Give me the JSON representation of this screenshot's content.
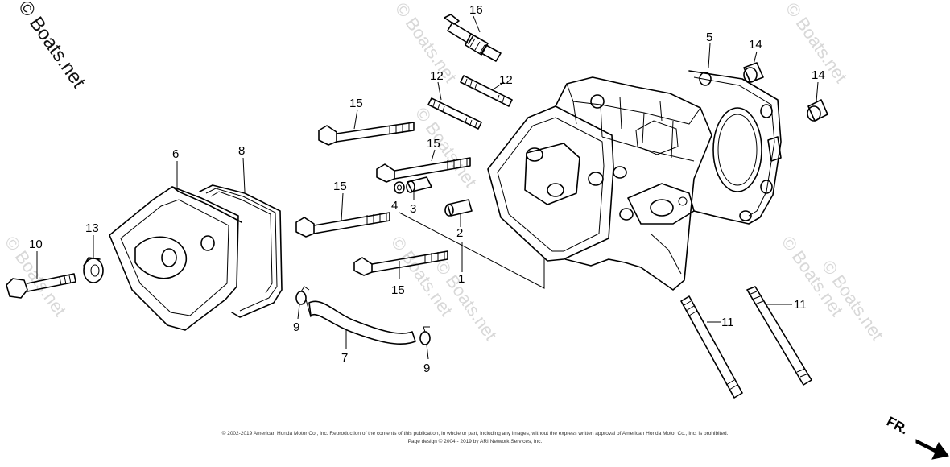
{
  "watermark": {
    "main": "© Boats.net",
    "tiles": [
      "© Boats.net",
      "© Boats.net",
      "© Boats.net",
      "© Boats.net",
      "© Boats.net",
      "© Boats.net",
      "© Boats.net",
      "© Boats.net"
    ]
  },
  "callouts": {
    "c1": "1",
    "c2": "2",
    "c3": "3",
    "c4": "4",
    "c5": "5",
    "c6": "6",
    "c7": "7",
    "c8": "8",
    "c9a": "9",
    "c9b": "9",
    "c10": "10",
    "c11a": "11",
    "c11b": "11",
    "c12a": "12",
    "c12b": "12",
    "c13": "13",
    "c14a": "14",
    "c14b": "14",
    "c15a": "15",
    "c15b": "15",
    "c15c": "15",
    "c15d": "15",
    "c16": "16"
  },
  "footer": {
    "line1": "© 2002-2019 American Honda Motor Co., Inc. Reproduction of the contents of this publication, in whole or part, including any images, without the express written approval of American Honda Motor Co., Inc. is prohibited.",
    "line2": "Page design © 2004 - 2019 by ARI Network Services, Inc."
  },
  "direction": {
    "label": "FR."
  }
}
